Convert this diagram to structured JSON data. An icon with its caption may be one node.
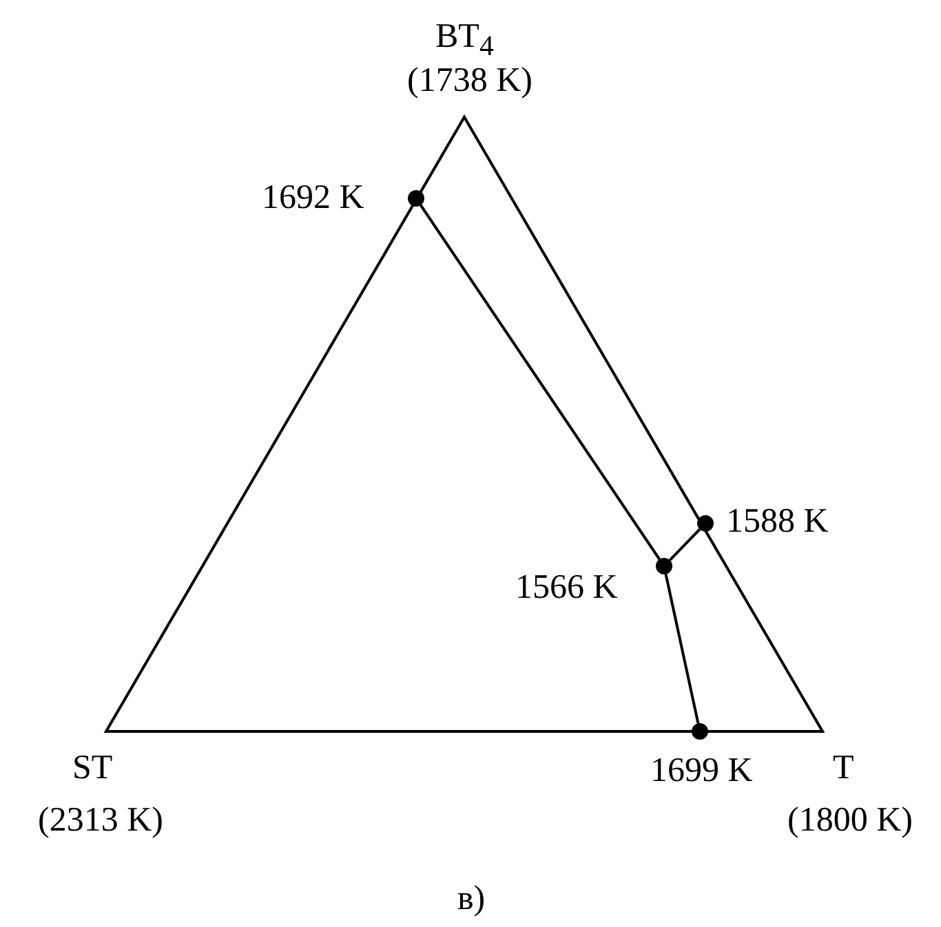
{
  "diagram": {
    "caption": "в)",
    "nodes": [
      {
        "text": [],
        "shape": "circle",
        "beside": [
          "1692 K"
        ]
      },
      {
        "text": [],
        "shape": "circle",
        "beside": [
          "1588 K"
        ]
      },
      {
        "text": [],
        "shape": "circle",
        "beside": [
          "1566 K"
        ]
      },
      {
        "text": [],
        "shape": "circle",
        "beside": [
          "1699 K"
        ]
      }
    ],
    "edges": [
      {
        "from": 0,
        "to": 2,
        "arrow": "none"
      },
      {
        "from": 2,
        "to": 1,
        "arrow": "none"
      },
      {
        "from": 2,
        "to": 3,
        "arrow": "none"
      }
    ],
    "labels": [
      "BT$_{4}$",
      "(1738 K)",
      "ST",
      "(2313 K)",
      "T",
      "(1800 K)"
    ]
  }
}
